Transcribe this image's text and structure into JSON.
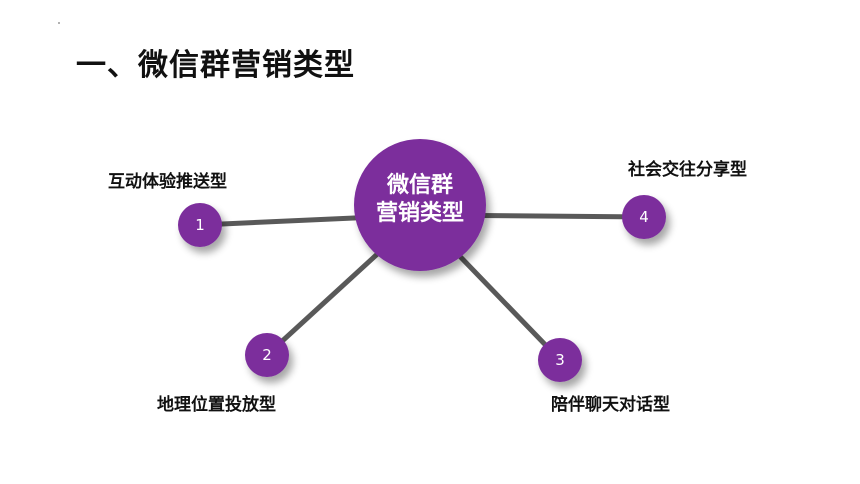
{
  "title": "一、微信群营销类型",
  "center": {
    "line1": "微信群",
    "line2": "营销类型"
  },
  "nodes": [
    {
      "number": "1",
      "label": "互动体验推送型"
    },
    {
      "number": "2",
      "label": "地理位置投放型"
    },
    {
      "number": "3",
      "label": "陪伴聊天对话型"
    },
    {
      "number": "4",
      "label": "社会交往分享型"
    }
  ],
  "colors": {
    "node_fill": "#7b2d9c",
    "connector": "#595959",
    "text": "#111111"
  }
}
